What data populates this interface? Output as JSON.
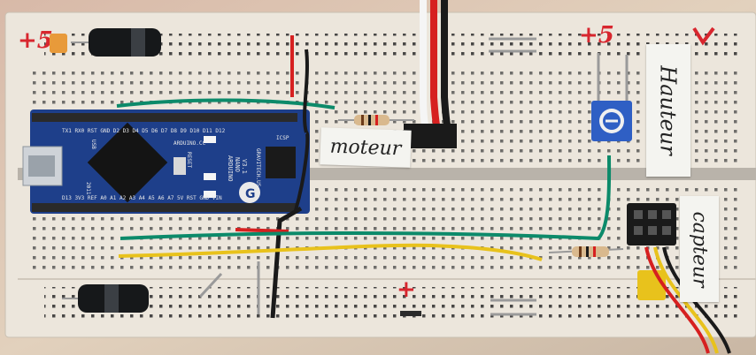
{
  "labels": {
    "plus_five_left": "+5",
    "plus_five_right": "+5",
    "moteur": "moteur",
    "hauteur": "Hauteur",
    "capteur": "capteur"
  },
  "board": {
    "brand": "ARDUINO",
    "model": "NANO",
    "version": "V3.1",
    "maker": "GRAVITECH.US",
    "website": "ARDUINO.CC",
    "year": "2011",
    "usb": "USB",
    "icsp": "ICSP",
    "reset": "RESET",
    "top_pins": "TX1 RX0 RST GND D2 D3 D4 D5 D6 D7 D8 D9 D10 D11 D12",
    "bottom_pins": "D13 3V3 REF A0 A1 A2 A3 A4 A5 A6 A7 5V RST GND VIN"
  },
  "colors": {
    "breadboard": "#ece6dc",
    "pcb": "#1e3f8a",
    "wire_green": "#0c8a6a",
    "wire_yellow": "#e8c21c",
    "wire_red": "#d62020",
    "wire_black": "#1a1a1a",
    "pot_blue": "#2f5fc4",
    "capacitor": "#16181a",
    "marker_red": "#d8262e"
  }
}
